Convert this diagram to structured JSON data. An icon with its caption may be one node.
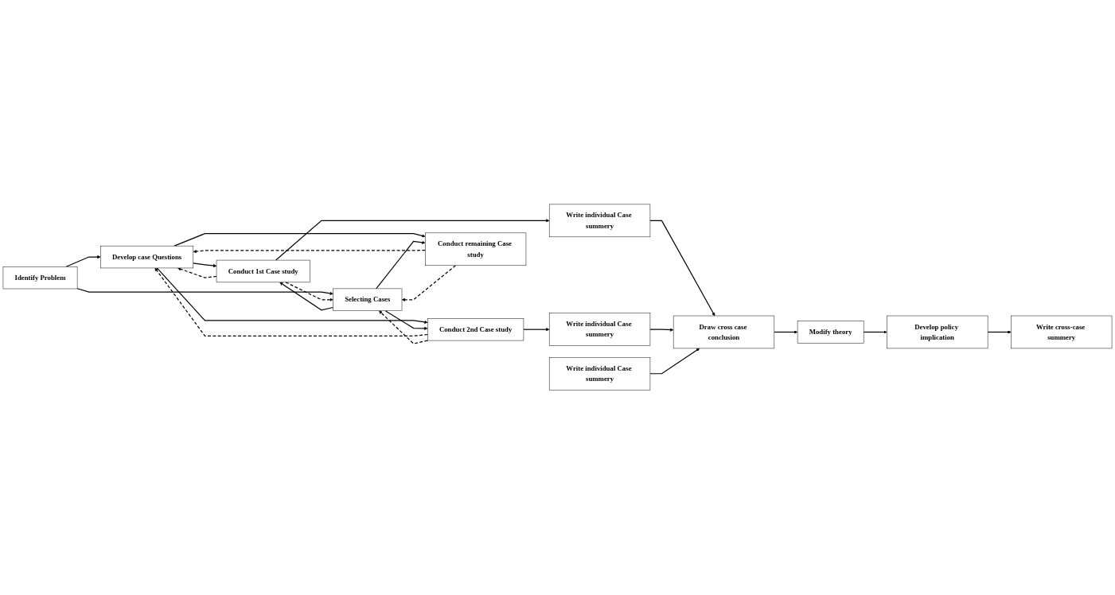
{
  "diagram": {
    "nodes": [
      {
        "text": [
          "Identify Problem"
        ]
      },
      {
        "text": [
          "Develop case Questions"
        ]
      },
      {
        "text": [
          "Selecting Cases"
        ]
      },
      {
        "text": [
          "Conduct 1st Case study"
        ]
      },
      {
        "text": [
          "Conduct 2nd Case study"
        ]
      },
      {
        "text": [
          "Conduct remaining Case study"
        ]
      },
      {
        "text": [
          "Write individual Case summery"
        ]
      },
      {
        "text": [
          "Write individual Case summery"
        ]
      },
      {
        "text": [
          "Write individual Case summery"
        ]
      },
      {
        "text": [
          "Draw cross case conclusion"
        ]
      },
      {
        "text": [
          "Modify theory"
        ]
      },
      {
        "text": [
          "Develop policy implication"
        ]
      },
      {
        "text": [
          "Write cross-case summery"
        ]
      }
    ],
    "edges": [
      {
        "from": 0,
        "to": 1,
        "arrow": "to"
      },
      {
        "from": 0,
        "to": 2,
        "arrow": "to"
      },
      {
        "from": 1,
        "to": 3,
        "arrow": "to"
      },
      {
        "from": 1,
        "to": 4,
        "arrow": "to"
      },
      {
        "from": 1,
        "to": 5,
        "arrow": "to"
      },
      {
        "from": 2,
        "to": 3,
        "arrow": "to"
      },
      {
        "from": 2,
        "to": 4,
        "arrow": "to"
      },
      {
        "from": 2,
        "to": 5,
        "arrow": "to"
      },
      {
        "from": 3,
        "to": 6,
        "arrow": "to"
      },
      {
        "from": 4,
        "to": 7,
        "arrow": "to"
      },
      {
        "from": 3,
        "to": 1,
        "arrow": "to",
        "style": "dashed"
      },
      {
        "from": 3,
        "to": 2,
        "arrow": "to",
        "style": "dashed"
      },
      {
        "from": 4,
        "to": 1,
        "arrow": "to",
        "style": "dashed"
      },
      {
        "from": 4,
        "to": 2,
        "arrow": "to",
        "style": "dashed"
      },
      {
        "from": 5,
        "to": 1,
        "arrow": "to",
        "style": "dashed"
      },
      {
        "from": 5,
        "to": 2,
        "arrow": "to",
        "style": "dashed"
      },
      {
        "from": 6,
        "to": 9,
        "arrow": "to"
      },
      {
        "from": 7,
        "to": 9,
        "arrow": "to"
      },
      {
        "from": 8,
        "to": 9,
        "arrow": "to"
      },
      {
        "from": 9,
        "to": 10,
        "arrow": "to"
      },
      {
        "from": 10,
        "to": 11,
        "arrow": "to"
      },
      {
        "from": 11,
        "to": 12,
        "arrow": "to"
      }
    ]
  }
}
